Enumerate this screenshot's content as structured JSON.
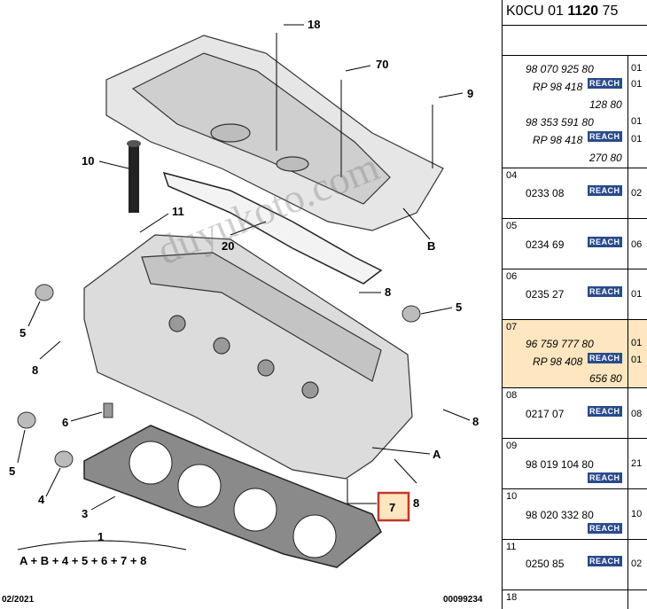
{
  "diagram": {
    "callouts": [
      "18",
      "70",
      "9",
      "10",
      "11",
      "20",
      "B",
      "8",
      "5",
      "5",
      "8",
      "6",
      "A",
      "8",
      "7",
      "5",
      "4",
      "3"
    ],
    "formula_top": "1",
    "formula": "A + B + 4 + 5 + 6 + 7 + 8",
    "footer_date": "02/2021",
    "footer_code": "00099234",
    "watermark": "duyukoto.com"
  },
  "parts": {
    "header_prefix": "K0CU 01 ",
    "header_bold": "1120",
    "header_suffix": " 75",
    "reach_label": "REACH",
    "rows": [
      {
        "ref": "",
        "lines": [
          {
            "pn": "98 070 925 80",
            "qty": "01"
          },
          {
            "pn": "RP 98 418",
            "qty": "01"
          },
          {
            "pn": "128 80",
            "qty": ""
          },
          {
            "pn": "98 353 591 80",
            "qty": "01"
          },
          {
            "pn": "RP 98 418",
            "qty": "01"
          },
          {
            "pn": "270 80",
            "qty": ""
          }
        ]
      },
      {
        "ref": "04",
        "pn": "0233 08",
        "qty": "02"
      },
      {
        "ref": "05",
        "pn": "0234 69",
        "qty": "06"
      },
      {
        "ref": "06",
        "pn": "0235 27",
        "qty": "01"
      },
      {
        "ref": "07",
        "lines": [
          {
            "pn": "96 759 777 80",
            "qty": "01"
          },
          {
            "pn": "RP 98 408",
            "qty": "01"
          },
          {
            "pn": "656 80",
            "qty": ""
          }
        ]
      },
      {
        "ref": "08",
        "pn": "0217 07",
        "qty": "08"
      },
      {
        "ref": "09",
        "pn": "98 019 104 80",
        "qty": "21"
      },
      {
        "ref": "10",
        "pn": "98 020 332 80",
        "qty": "10"
      },
      {
        "ref": "11",
        "pn": "0250 85",
        "qty": "02"
      },
      {
        "ref": "18",
        "pn": "",
        "qty": ""
      }
    ]
  }
}
